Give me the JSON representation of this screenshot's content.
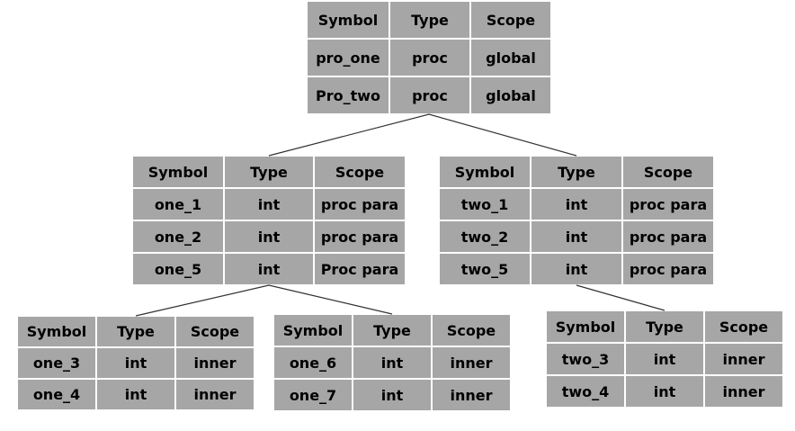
{
  "colors": {
    "cell_fill": "#a6a6a6",
    "text": "#000000",
    "gap": "#ffffff",
    "line": "#333333"
  },
  "tables": [
    {
      "id": "global",
      "header": [
        "Symbol",
        "Type",
        "Scope"
      ],
      "rows": [
        [
          "pro_one",
          "proc",
          "global"
        ],
        [
          "Pro_two",
          "proc",
          "global"
        ]
      ]
    },
    {
      "id": "pro_one",
      "header": [
        "Symbol",
        "Type",
        "Scope"
      ],
      "rows": [
        [
          "one_1",
          "int",
          "proc para"
        ],
        [
          "one_2",
          "int",
          "proc para"
        ],
        [
          "one_5",
          "int",
          "Proc para"
        ]
      ]
    },
    {
      "id": "pro_two",
      "header": [
        "Symbol",
        "Type",
        "Scope"
      ],
      "rows": [
        [
          "two_1",
          "int",
          "proc para"
        ],
        [
          "two_2",
          "int",
          "proc para"
        ],
        [
          "two_5",
          "int",
          "proc para"
        ]
      ]
    },
    {
      "id": "inner_one_a",
      "header": [
        "Symbol",
        "Type",
        "Scope"
      ],
      "rows": [
        [
          "one_3",
          "int",
          "inner"
        ],
        [
          "one_4",
          "int",
          "inner"
        ]
      ]
    },
    {
      "id": "inner_one_b",
      "header": [
        "Symbol",
        "Type",
        "Scope"
      ],
      "rows": [
        [
          "one_6",
          "int",
          "inner"
        ],
        [
          "one_7",
          "int",
          "inner"
        ]
      ]
    },
    {
      "id": "inner_two",
      "header": [
        "Symbol",
        "Type",
        "Scope"
      ],
      "rows": [
        [
          "two_3",
          "int",
          "inner"
        ],
        [
          "two_4",
          "int",
          "inner"
        ]
      ]
    }
  ],
  "edges": [
    {
      "from": "global",
      "to": "pro_one"
    },
    {
      "from": "global",
      "to": "pro_two"
    },
    {
      "from": "pro_one",
      "to": "inner_one_a"
    },
    {
      "from": "pro_one",
      "to": "inner_one_b"
    },
    {
      "from": "pro_two",
      "to": "inner_two"
    }
  ]
}
